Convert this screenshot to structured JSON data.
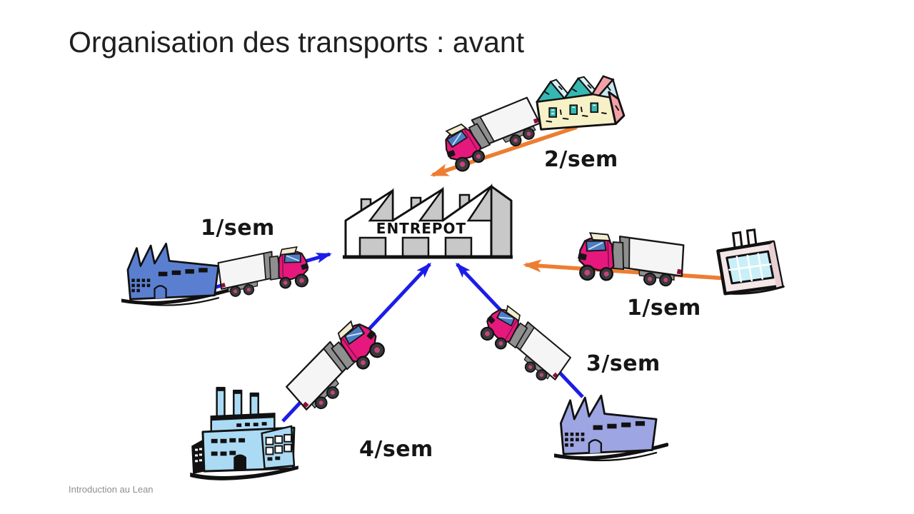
{
  "slide": {
    "title": "Organisation des transports : avant",
    "footer": "Introduction au Lean",
    "background_color": "#FFFFFF"
  },
  "warehouse": {
    "label": "ENTREPOT"
  },
  "routes": [
    {
      "source": "houses-top-right",
      "frequency": "2/sem",
      "arrow_color": "#ED7D31"
    },
    {
      "source": "factory-left",
      "frequency": "1/sem",
      "arrow_color": "#1C1CE8"
    },
    {
      "source": "plant-right",
      "frequency": "1/sem",
      "arrow_color": "#ED7D31"
    },
    {
      "source": "factory-bottom-left",
      "frequency": "4/sem",
      "arrow_color": "#1C1CE8"
    },
    {
      "source": "factory-bottom-right",
      "frequency": "3/sem",
      "arrow_color": "#1C1CE8"
    }
  ],
  "colors": {
    "arrow_orange": "#ED7D31",
    "arrow_blue": "#1C1CE8",
    "truck_cab": "#E6187D",
    "truck_windshield": "#4A7EC2",
    "truck_trailer": "#F5F5F5",
    "warehouse_gray": "#C8C8C8",
    "factory_left": "#5B7FD0",
    "factory_bottom_left": "#ABDBF4",
    "factory_bottom_right": "#9DA5E3",
    "houses_wall": "#F7F1C8",
    "houses_roof_teal": "#35B8B2",
    "houses_roof_pink": "#F2A0A8",
    "label_text": "#161616"
  }
}
